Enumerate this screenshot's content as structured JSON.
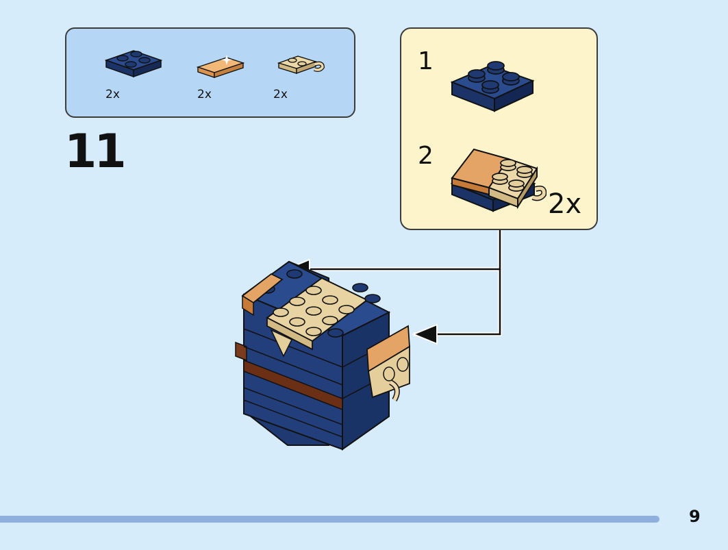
{
  "parts_list": {
    "items": [
      {
        "part": "dark-blue-plate-2x2",
        "qty": "2x"
      },
      {
        "part": "tan-tile-1x2",
        "qty": "2x"
      },
      {
        "part": "tan-plate-with-clip",
        "qty": "2x"
      }
    ]
  },
  "step": {
    "number": "11"
  },
  "substeps": {
    "items": [
      {
        "number": "1"
      },
      {
        "number": "2"
      }
    ],
    "quantity": "2x"
  },
  "page": {
    "number": "9"
  },
  "colors": {
    "background": "#d6ecfb",
    "parts_box": "#b5d7f5",
    "substep_box": "#fdf4cc",
    "dark_blue": "#1f3a73",
    "tan": "#e4cf9c",
    "orange_tan": "#e3a466",
    "progress": "#8fb0de"
  }
}
